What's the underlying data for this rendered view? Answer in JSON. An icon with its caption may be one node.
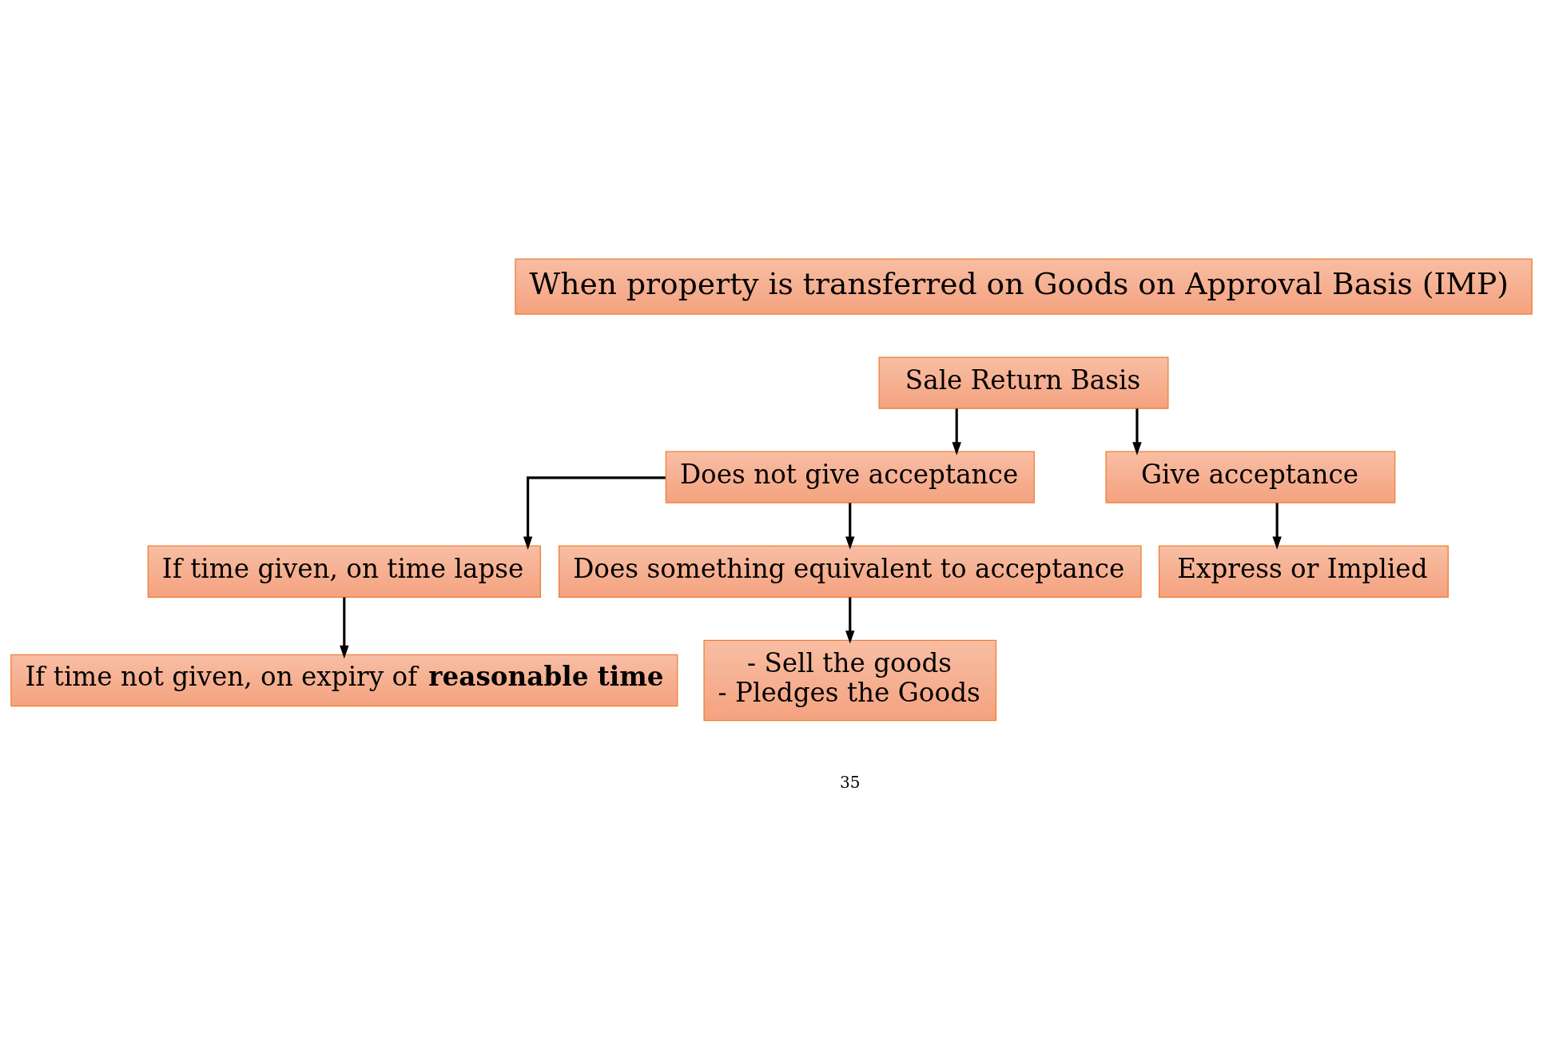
{
  "diagram": {
    "nodes": [
      {
        "text": [
          "When property is transferred on Goods on Approval Basis (IMP)"
        ]
      },
      {
        "text": [
          "Sale Return Basis"
        ]
      },
      {
        "text": [
          "Does not give acceptance"
        ]
      },
      {
        "text": [
          "Give acceptance"
        ]
      },
      {
        "text": [
          "If time given, on time lapse"
        ]
      },
      {
        "text": [
          "Does something equivalent to acceptance"
        ]
      },
      {
        "text": [
          "Express or Implied"
        ]
      },
      {
        "text": [
          "If time not given, on expiry of **reasonable time**"
        ]
      },
      {
        "text": [
          "- Sell the goods",
          "- Pledges the Goods"
        ]
      }
    ],
    "edges": [
      {
        "from": 1,
        "to": 2,
        "arrow": "to"
      },
      {
        "from": 1,
        "to": 3,
        "arrow": "to"
      },
      {
        "from": 2,
        "to": 4,
        "arrow": "to"
      },
      {
        "from": 2,
        "to": 5,
        "arrow": "to"
      },
      {
        "from": 3,
        "to": 6,
        "arrow": "to"
      },
      {
        "from": 4,
        "to": 7,
        "arrow": "to"
      },
      {
        "from": 5,
        "to": 8,
        "arrow": "to"
      }
    ],
    "labels": [
      "35"
    ]
  }
}
